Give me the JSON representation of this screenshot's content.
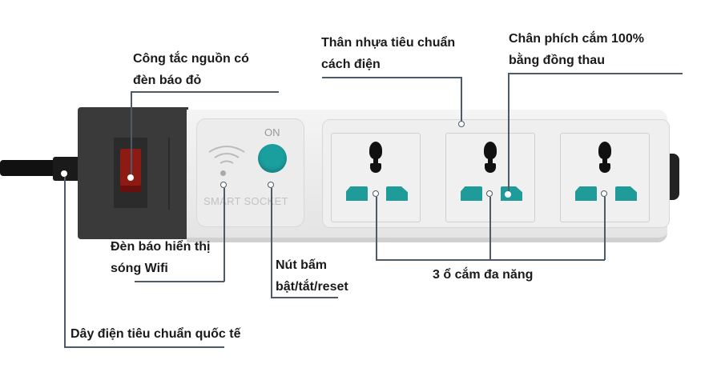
{
  "labels": {
    "power_switch": {
      "line1": "Công tắc nguồn có",
      "line2": "đèn báo đỏ"
    },
    "plastic_body": {
      "line1": "Thân nhựa tiêu chuẩn",
      "line2": "cách điện"
    },
    "brass_pins": {
      "line1": "Chân phích cắm 100%",
      "line2": "bằng đồng thau"
    },
    "wifi_indicator": {
      "line1": "Đèn báo hiển thị",
      "line2": "sóng Wifi"
    },
    "reset_button": {
      "line1": "Nút bấm",
      "line2": "bật/tắt/reset"
    },
    "outlets": {
      "line1": "3 ổ cắm đa năng"
    },
    "cable": {
      "line1": "Dây điện tiêu chuẩn quốc tế"
    }
  },
  "device": {
    "on_label": "ON",
    "brand_text": "SMART SOCKET",
    "socket_count": 3
  },
  "colors": {
    "switch": "#8e1a14",
    "power_button": "#1b9e9e",
    "pins": "#1f9c9a",
    "leader_lines": "#4d5a68"
  }
}
